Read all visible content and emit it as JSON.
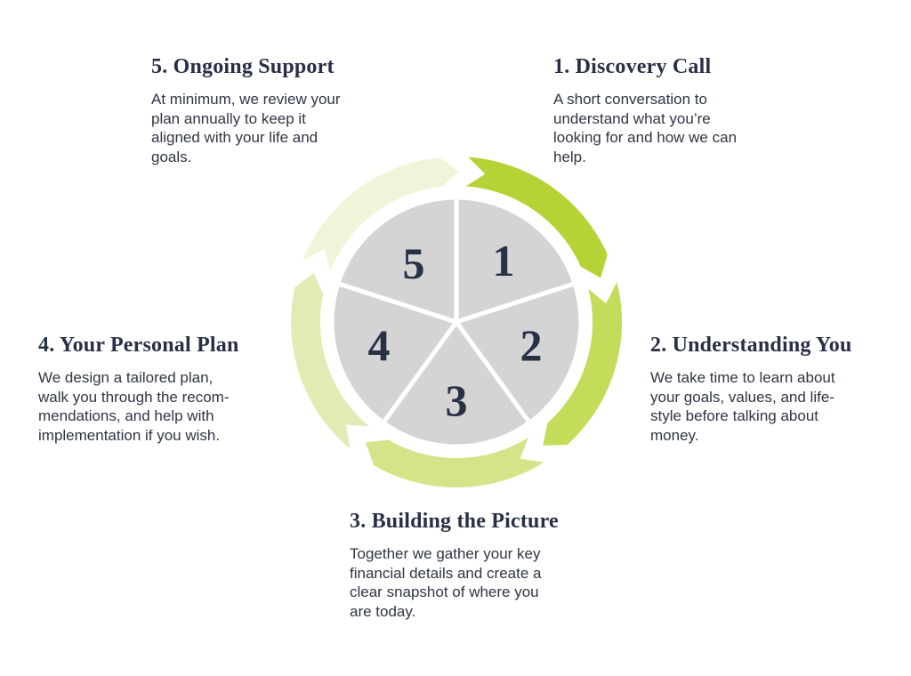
{
  "steps": [
    {
      "number": "1",
      "title": "1. Discovery Call",
      "lines": [
        "A short conversation to",
        "understand what you’re",
        "looking for and how we can",
        "help."
      ]
    },
    {
      "number": "2",
      "title": "2. Understanding You",
      "lines": [
        "We take time to learn about",
        "your goals, values, and life-",
        "style before talking about",
        "money."
      ]
    },
    {
      "number": "3",
      "title": "3. Building the Picture",
      "lines": [
        "Together we gather your key",
        "financial details and create a",
        "clear snapshot of where you",
        "are today."
      ]
    },
    {
      "number": "4",
      "title": "4. Your Personal Plan",
      "lines": [
        "We design a tailored plan,",
        "walk you through the recom-",
        "mendations, and help with",
        "implementation if you wish."
      ]
    },
    {
      "number": "5",
      "title": "5. Ongoing Support",
      "lines": [
        "At minimum, we review your",
        "plan annually to keep it",
        "aligned with your life and",
        "goals."
      ]
    }
  ],
  "colors": {
    "arrows": [
      "#b5d334",
      "#c3dc5a",
      "#d3e588",
      "#e0ecb4",
      "#f0f5da"
    ],
    "slice": "#d4d4d4",
    "text": "#283046"
  }
}
